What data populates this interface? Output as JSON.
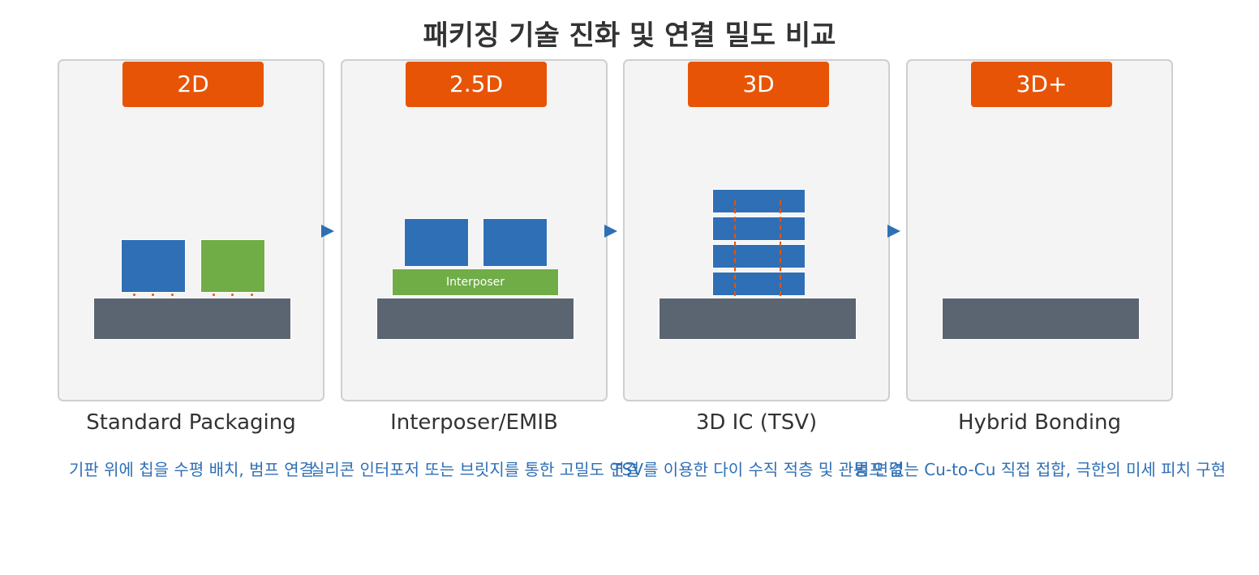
{
  "title": "패키징 기술 진화 및 연결 밀도 비교",
  "colors": {
    "badge": "#e85405",
    "chip_blue": "#2f6fb5",
    "chip_green": "#70ad47",
    "substrate": "#5b6571",
    "description_text": "#2f6fb5",
    "panel_bg": "#f4f4f4"
  },
  "stages": [
    {
      "badge": "2D",
      "caption": "Standard Packaging",
      "description": "기판 위에 칩을 수평 배치, 범프 연결"
    },
    {
      "badge": "2.5D",
      "caption": "Interposer/EMIB",
      "interposer_label": "Interposer",
      "description": "실리콘 인터포저 또는 브릿지를 통한 고밀도 연결"
    },
    {
      "badge": "3D",
      "caption": "3D IC (TSV)",
      "description": "TSV를 이용한 다이 수직 적층 및 관통 연결"
    },
    {
      "badge": "3D+",
      "caption": "Hybrid Bonding",
      "description": "범프 없는 Cu-to-Cu 직접 접합, 극한의 미세 피치 구현"
    }
  ]
}
